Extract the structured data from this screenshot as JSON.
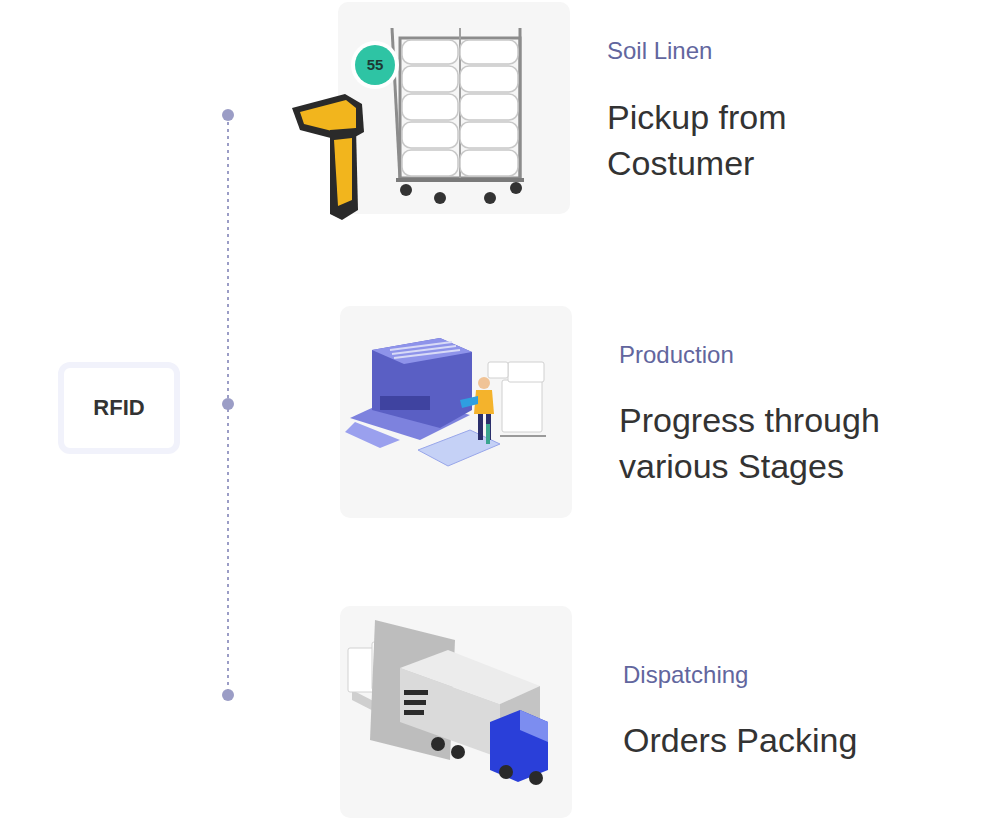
{
  "diagram": {
    "nodes": [
      {
        "text": [
          "RFID"
        ]
      },
      {
        "text": [
          "Soil Linen",
          "Pickup from Costumer"
        ]
      },
      {
        "text": [
          "Production",
          "Progress through various Stages"
        ]
      },
      {
        "text": [
          "Dispatching",
          "Orders Packing"
        ]
      }
    ],
    "labels": [
      "55"
    ]
  }
}
